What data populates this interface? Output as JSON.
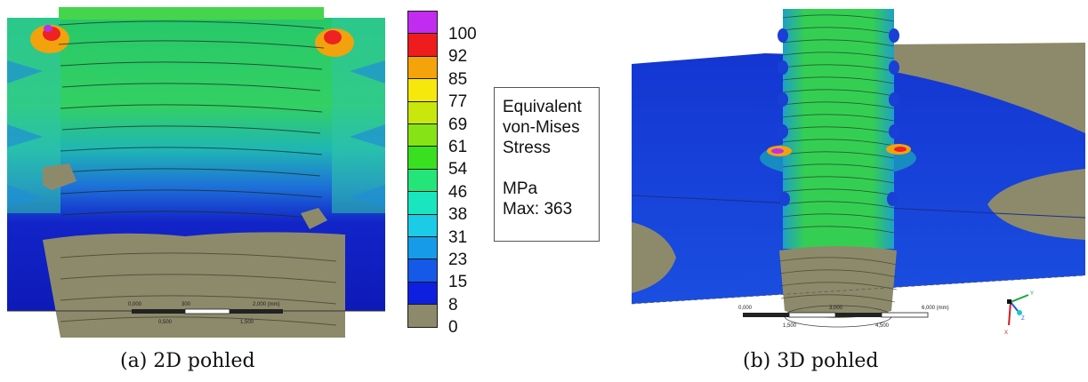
{
  "captions": {
    "a": "(a) 2D pohled",
    "b": "(b) 3D pohled"
  },
  "legend": {
    "labels": [
      "100",
      "92",
      "85",
      "77",
      "69",
      "61",
      "54",
      "46",
      "38",
      "31",
      "23",
      "15",
      "8",
      "0"
    ],
    "colors": [
      "#c12cf0",
      "#ee1c1c",
      "#f5a30a",
      "#f6e80a",
      "#c9e60d",
      "#87e414",
      "#38e01f",
      "#24e57a",
      "#19e6be",
      "#1ccbe6",
      "#159be8",
      "#1459e8",
      "#0f1fe0",
      "#8d8a6b"
    ]
  },
  "info": {
    "line1": "Equivalent",
    "line2": "von-Mises",
    "line3": "Stress",
    "unit": "MPa",
    "max": "Max: 363"
  },
  "scale_a": {
    "top_labels": [
      "0,000",
      "300",
      "2,000 (mm)"
    ],
    "bottom_labels": [
      "0,500",
      "1,500"
    ]
  },
  "scale_b": {
    "top_labels": [
      "0,000",
      "3,000",
      "6,000 (mm)"
    ],
    "bottom_labels": [
      "1,500",
      "4,500"
    ]
  },
  "triad": {
    "y_label": "Y",
    "z_label": "Z",
    "x_label": "X"
  }
}
